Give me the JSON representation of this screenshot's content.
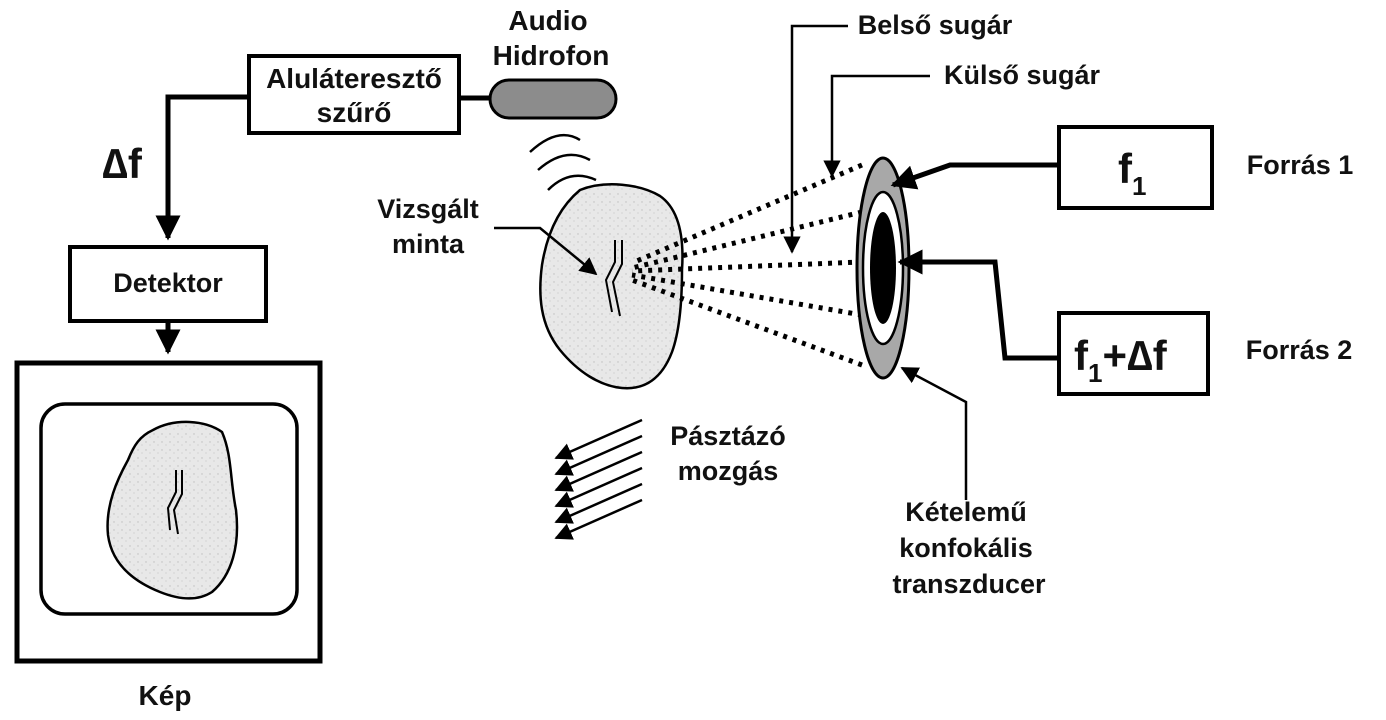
{
  "colors": {
    "ink": "#000000",
    "sample_fill": "#e6e6e6",
    "hydrophone_fill": "#8c8c8c",
    "transducer_outer": "#a8a8a8"
  },
  "labels": {
    "audio_line1": "Audio",
    "audio_line2": "Hidrofon",
    "filter_line1": "Aluláteresztő",
    "filter_line2": "szűrő",
    "delta_f": "∆f",
    "detector": "Detektor",
    "image": "Kép",
    "sample_line1": "Vizsgált",
    "sample_line2": "minta",
    "scan_line1": "Pásztázó",
    "scan_line2": "mozgás",
    "inner_beam": "Belső sugár",
    "outer_beam": "Külső sugár",
    "source1": "Forrás  1",
    "source2": "Forrás  2",
    "transducer_line1": "Kételemű",
    "transducer_line2": "konfokális",
    "transducer_line3": "transzducer"
  },
  "sources": {
    "f1_main": "f",
    "f1_sub": "1",
    "f2_main": "f",
    "f2_sub": "1",
    "f2_tail": "+∆f"
  },
  "icons": {
    "hydrophone": "hydrophone-icon",
    "transducer": "transducer-icon",
    "sample": "sample-blob-icon",
    "sound_wave": "sound-wave-icon",
    "scan_arrows": "scan-arrows-icon"
  }
}
